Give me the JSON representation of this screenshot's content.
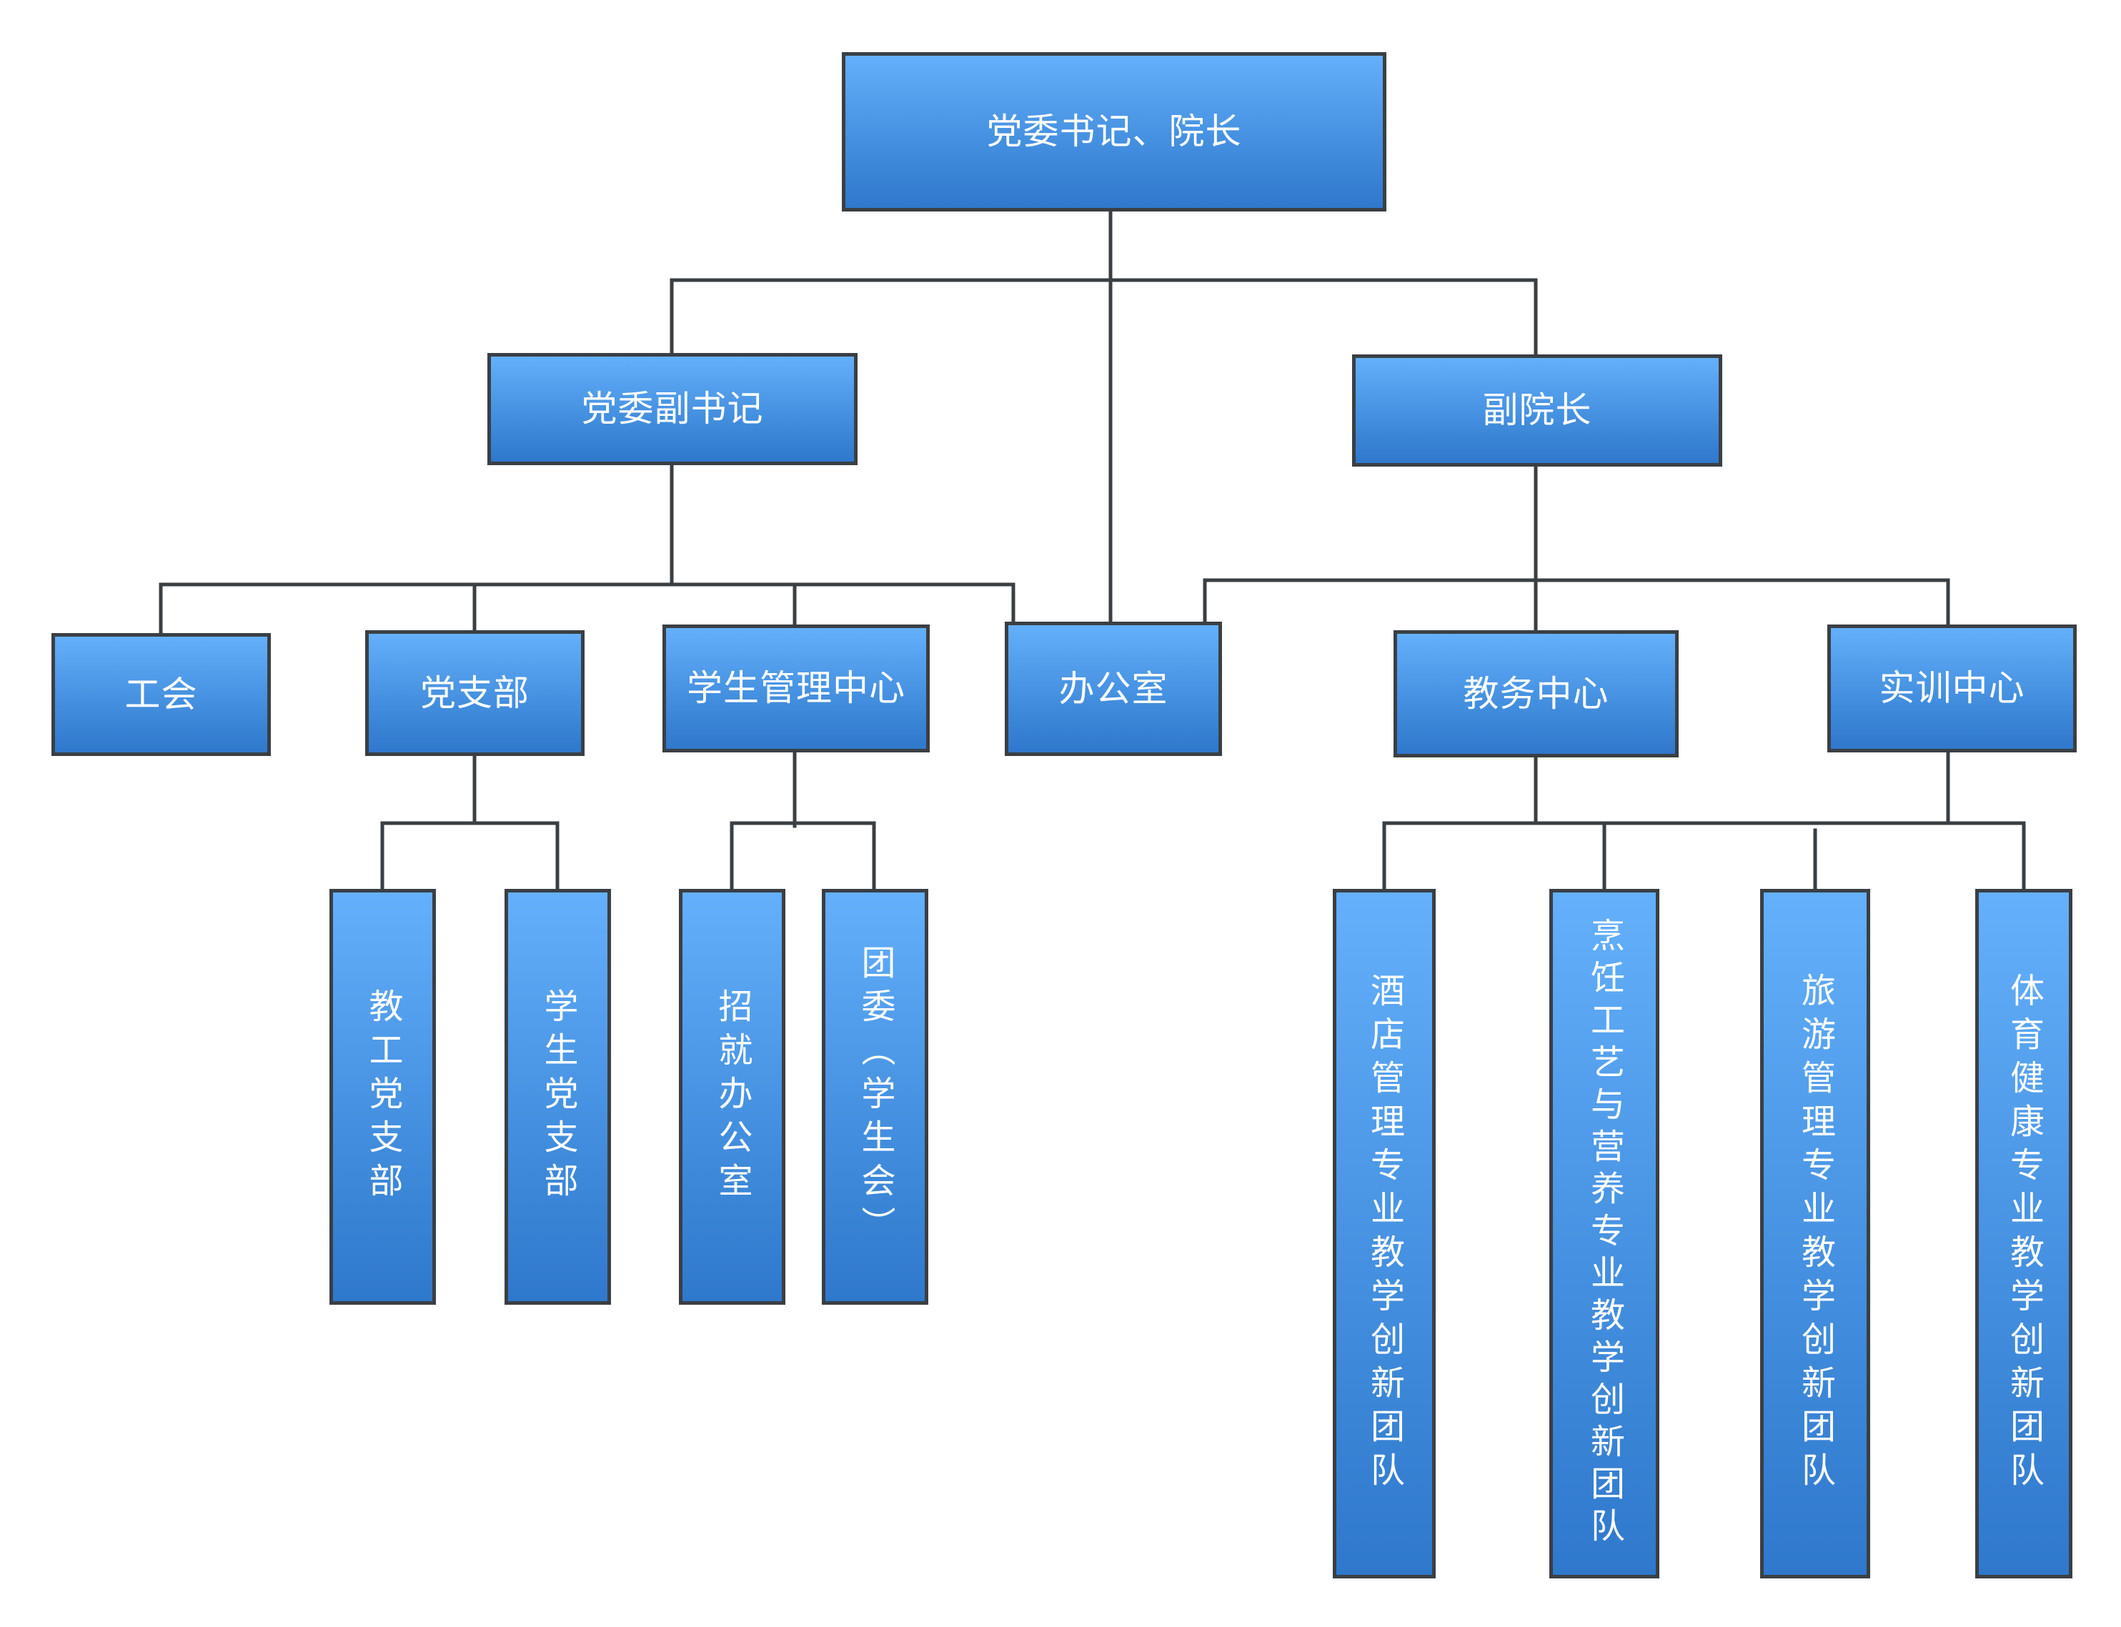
{
  "nodes": {
    "president": "党委书记、院长",
    "deputy_secretary": "党委副书记",
    "vice_president": "副院长",
    "union": "工会",
    "party_branch": "党支部",
    "student_center": "学生管理中心",
    "office": "办公室",
    "academic_center": "教务中心",
    "training_center": "实训中心",
    "staff_branch": "教工党支部",
    "student_branch": "学生党支部",
    "recruit_office": "招就办公室",
    "youth_league": "团委（学生会）",
    "team_hotel": "酒店管理专业教学创新团队",
    "team_culinary": "烹饪工艺与营养专业教学创新团队",
    "team_tourism": "旅游管理专业教学创新团队",
    "team_sports": "体育健康专业教学创新团队"
  },
  "colors": {
    "box_top": "#64b0fb",
    "box_bottom": "#2f78cc",
    "border": "#3a3f44",
    "line": "#3a3f44",
    "text": "#ffffff"
  }
}
